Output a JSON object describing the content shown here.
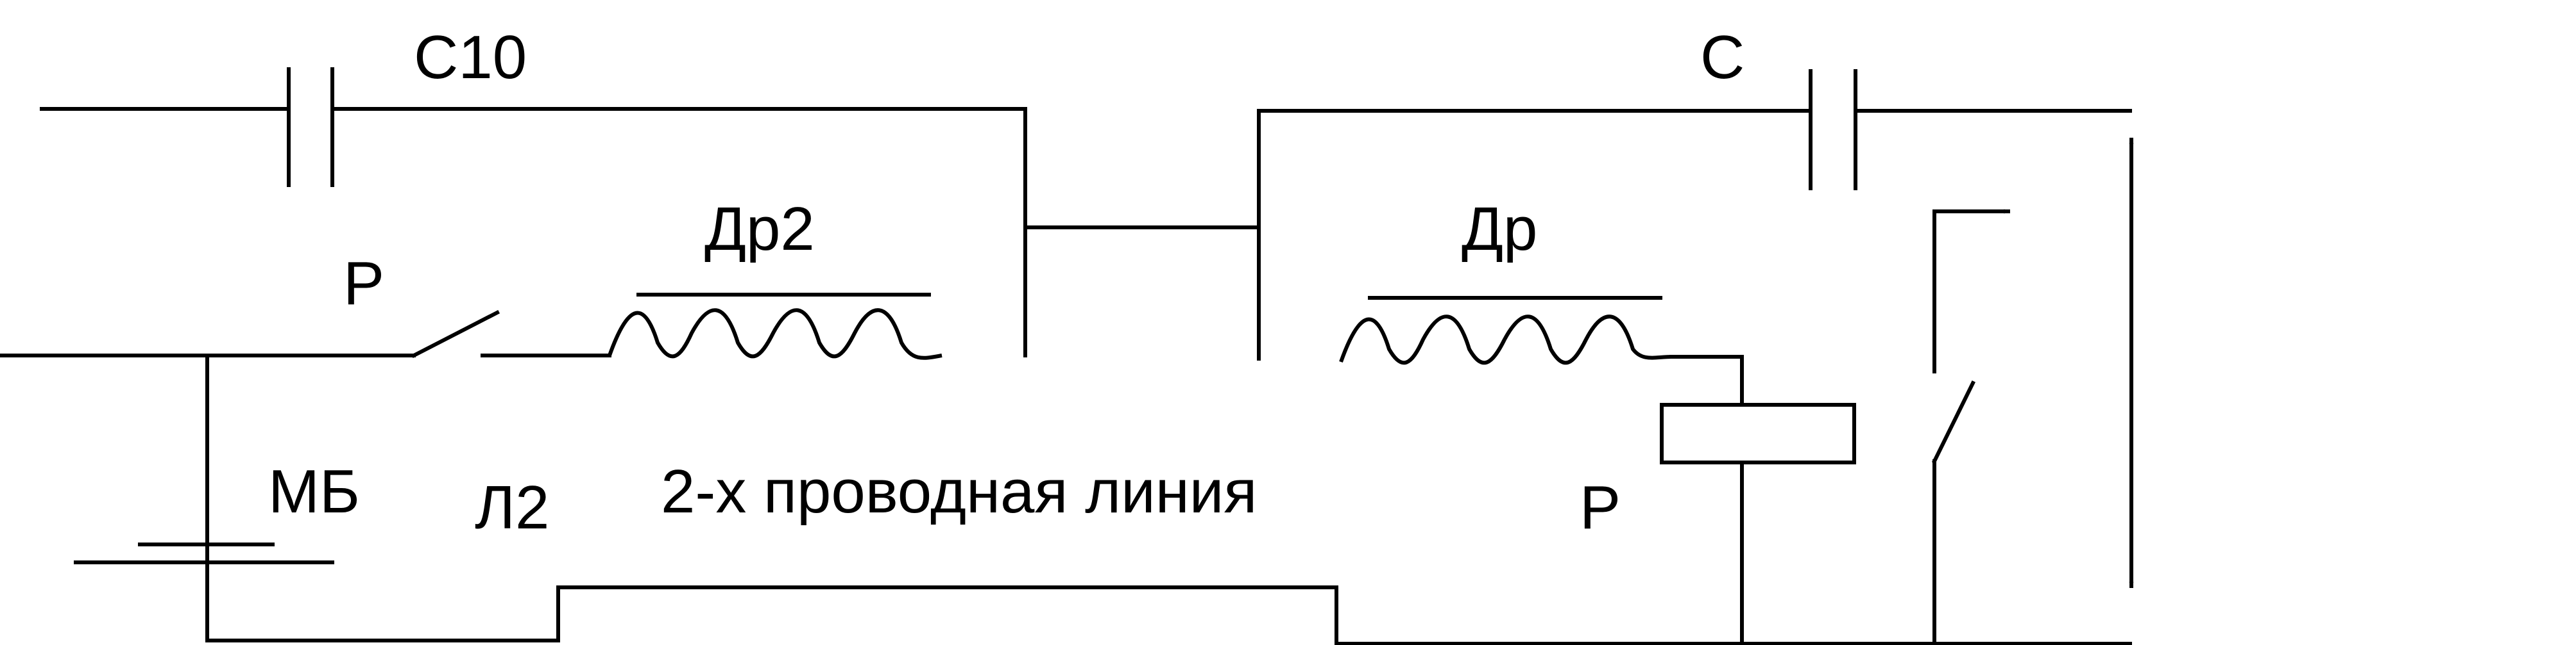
{
  "labels": {
    "c10": "C10",
    "c": "C",
    "dr2": "Др2",
    "dr": "Др",
    "p_switch": "Р",
    "p_relay": "Р",
    "mb": "МБ",
    "l2": "Л2",
    "line_caption": "2-х проводная линия"
  },
  "colors": {
    "stroke": "#000000",
    "background": "#ffffff"
  }
}
